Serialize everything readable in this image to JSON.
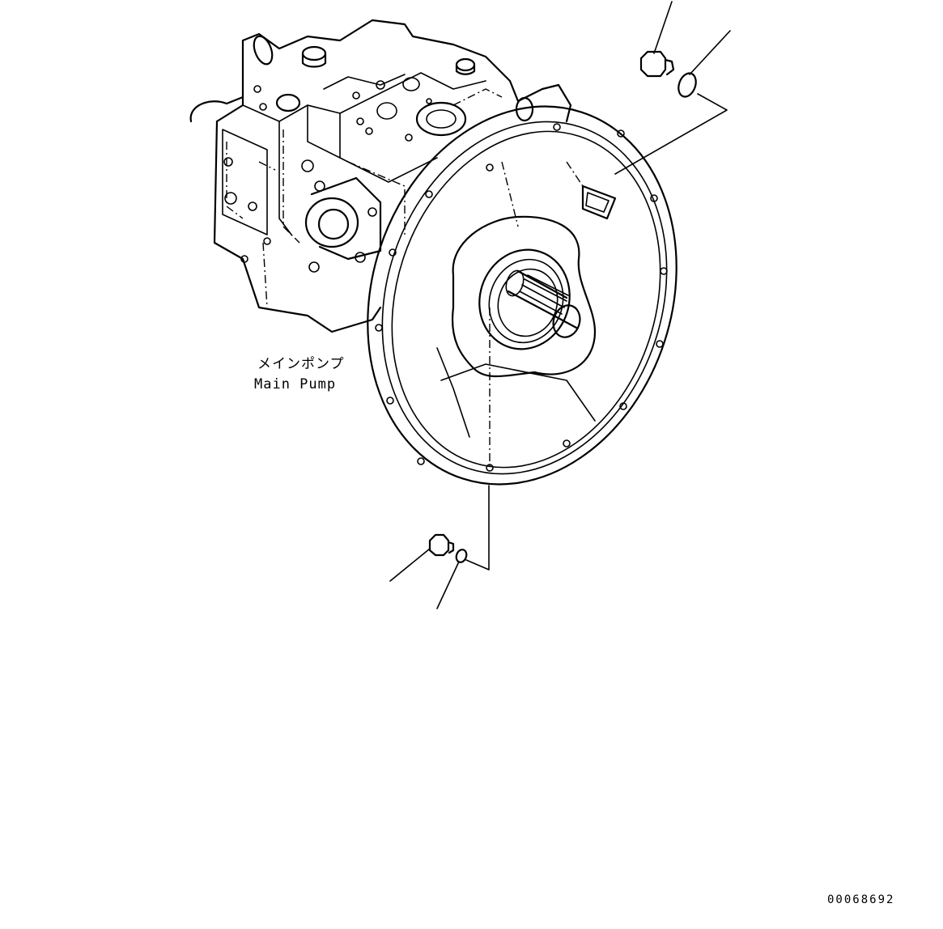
{
  "label_jp": "メインポンプ",
  "label_en": "Main Pump",
  "drawing_number": "00068692"
}
